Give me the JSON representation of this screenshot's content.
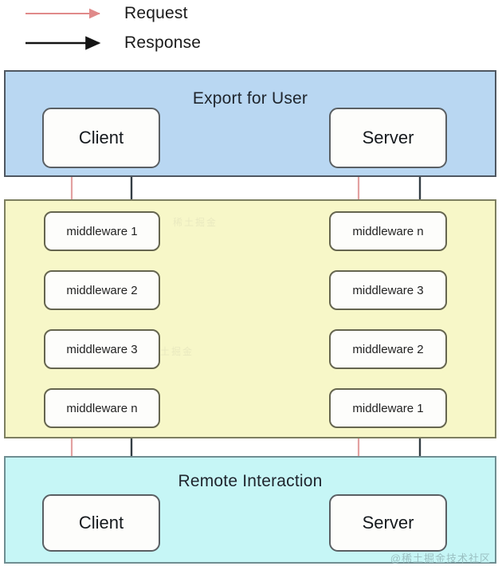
{
  "legend": {
    "items": [
      {
        "id": "request",
        "label": "Request",
        "color": "#e98e8e",
        "icon": "arrow-right-icon"
      },
      {
        "id": "response",
        "label": "Response",
        "color": "#1b1b1b",
        "icon": "arrow-right-icon"
      }
    ]
  },
  "colors": {
    "request_arrow": "#e08a8a",
    "response_arrow": "#2b3b42",
    "panel_export_bg": "#b9d7f2",
    "panel_middleware_bg": "#f7f7c8",
    "panel_remote_bg": "#c6f6f6",
    "node_bg": "#fdfdfb",
    "node_border": "#5a5f63",
    "text": "#15191d"
  },
  "panels": {
    "export": {
      "title": "Export for User",
      "nodes": [
        {
          "id": "client-top",
          "label": "Client"
        },
        {
          "id": "server-top",
          "label": "Server"
        }
      ]
    },
    "middleware": {
      "title": "",
      "left_column": [
        {
          "label": "middleware 1"
        },
        {
          "label": "middleware 2"
        },
        {
          "label": "middleware 3"
        },
        {
          "label": "middleware n"
        }
      ],
      "right_column": [
        {
          "label": "middleware n"
        },
        {
          "label": "middleware 3"
        },
        {
          "label": "middleware 2"
        },
        {
          "label": "middleware 1"
        }
      ]
    },
    "remote": {
      "title": "Remote Interaction",
      "nodes": [
        {
          "id": "client-bottom",
          "label": "Client"
        },
        {
          "id": "server-bottom",
          "label": "Server"
        }
      ]
    }
  },
  "watermark": {
    "text": "@稀土掘金技术社区",
    "ghost": "稀土掘金"
  }
}
